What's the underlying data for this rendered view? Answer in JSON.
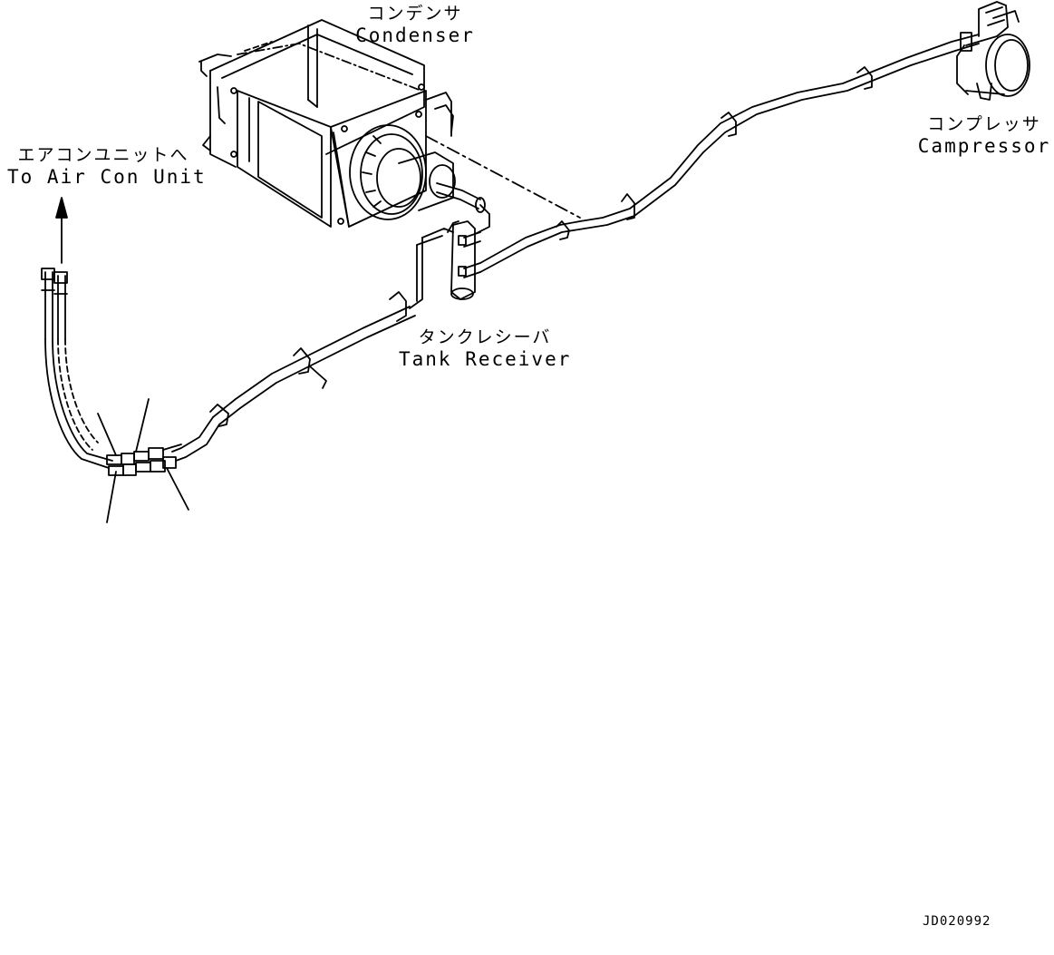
{
  "labels": {
    "condenser_jp": "コンデンサ",
    "condenser_en": "Condenser",
    "aircon_jp": "エアコンユニットへ",
    "aircon_en": "To Air Con Unit",
    "tank_jp": "タンクレシーバ",
    "tank_en": "Tank Receiver",
    "compressor_jp": "コンプレッサ",
    "compressor_en": "Campressor"
  },
  "drawing_ref": "JD020992"
}
